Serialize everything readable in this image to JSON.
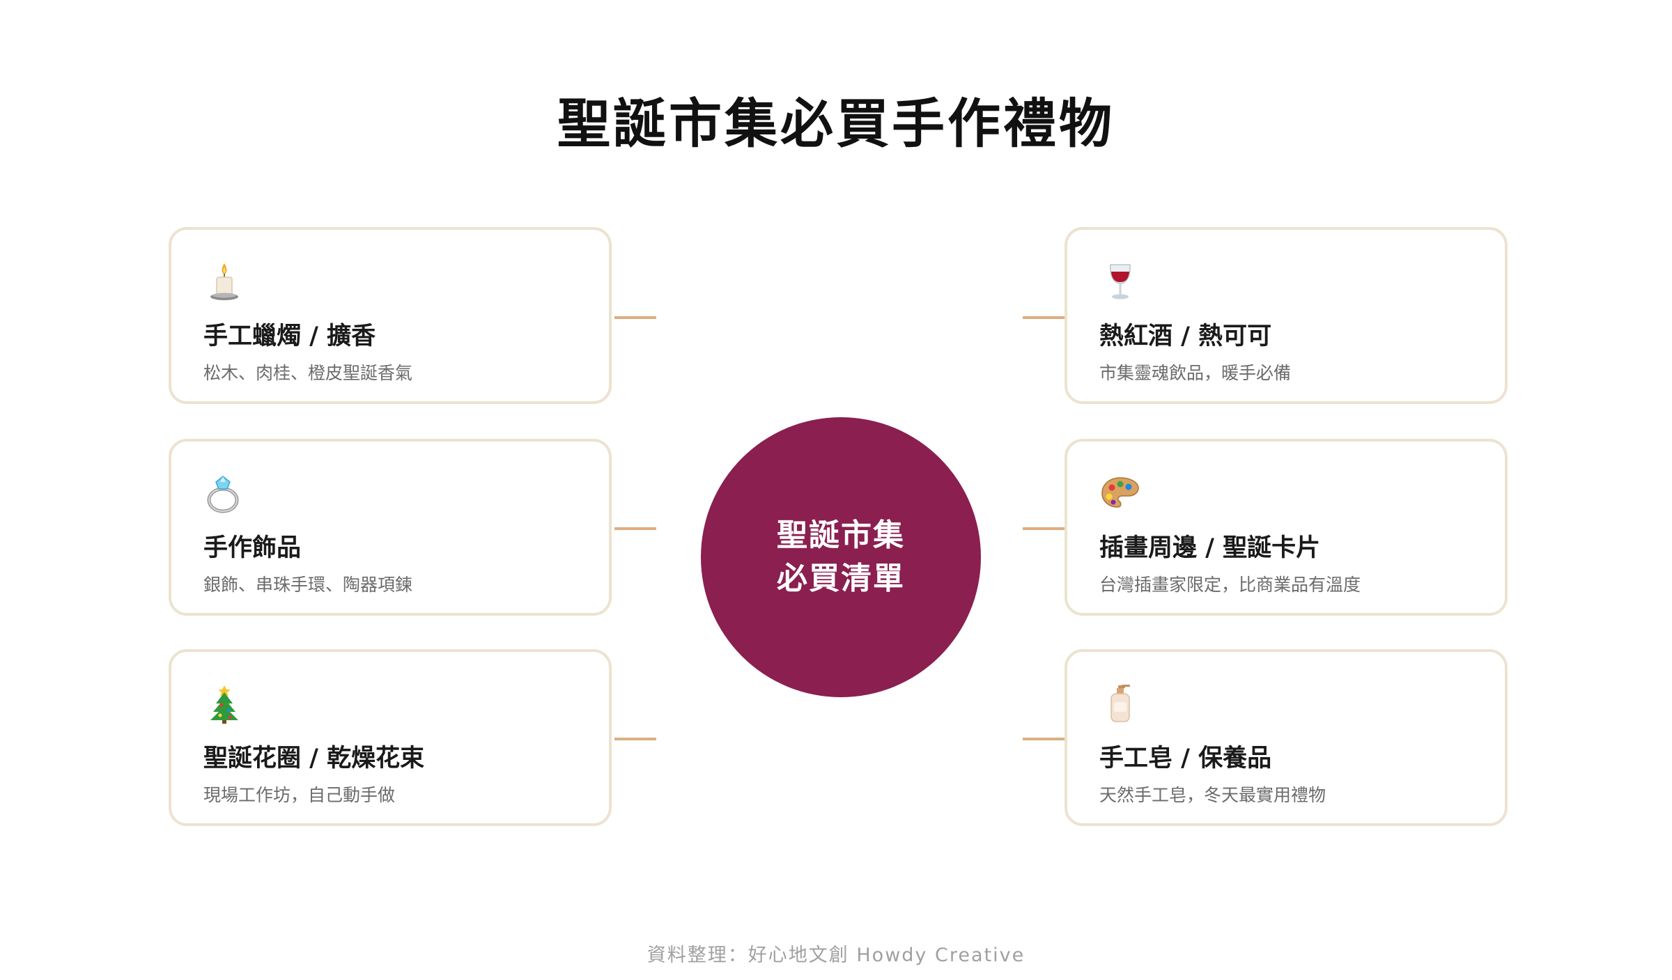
{
  "title": "聖誕市集必買手作禮物",
  "hub": {
    "line1": "聖誕市集",
    "line2": "必買清單"
  },
  "items": [
    {
      "icon": "candle-icon",
      "title": "手工蠟燭 / 擴香",
      "desc": "松木、肉桂、橙皮聖誕香氣"
    },
    {
      "icon": "ring-icon",
      "title": "手作飾品",
      "desc": "銀飾、串珠手環、陶器項鍊"
    },
    {
      "icon": "christmas-tree-icon",
      "title": "聖誕花圈 / 乾燥花束",
      "desc": "現場工作坊，自己動手做"
    },
    {
      "icon": "wine-glass-icon",
      "title": "熱紅酒 / 熱可可",
      "desc": "市集靈魂飲品，暖手必備"
    },
    {
      "icon": "palette-icon",
      "title": "插畫周邊 / 聖誕卡片",
      "desc": "台灣插畫家限定，比商業品有溫度"
    },
    {
      "icon": "soap-bottle-icon",
      "title": "手工皂 / 保養品",
      "desc": "天然手工皂，冬天最實用禮物"
    }
  ],
  "footer": "資料整理：好心地文創 Howdy Creative",
  "colors": {
    "hub": "#8a1f50",
    "card_border": "#ece3d0",
    "connector": "#dcae80",
    "desc_text": "#6b6b6b",
    "footer_text": "#a0a0a0"
  }
}
